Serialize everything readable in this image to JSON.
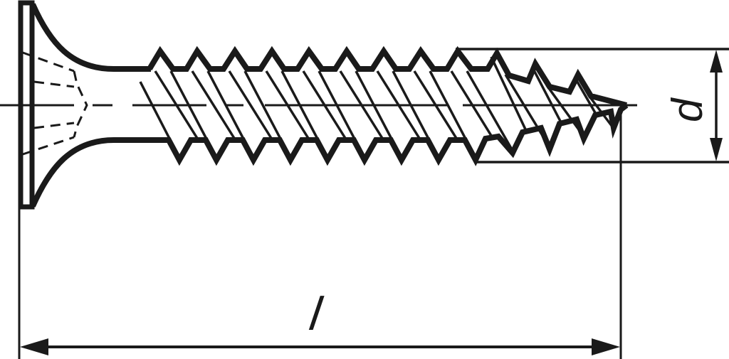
{
  "diagram": {
    "subject": "Drywall screw (bugle head, coarse thread) technical drawing",
    "colors": {
      "ink": "#1a1a1a",
      "background": "#ffffff"
    },
    "dimensions": {
      "length": {
        "label": "l",
        "description": "overall screw length, from head face to tip"
      },
      "diameter": {
        "label": "d",
        "description": "thread outer diameter"
      }
    },
    "features": [
      "bugle-head",
      "phillips-recess-hidden-lines",
      "centerline",
      "helical-thread",
      "pointed-tip"
    ]
  }
}
